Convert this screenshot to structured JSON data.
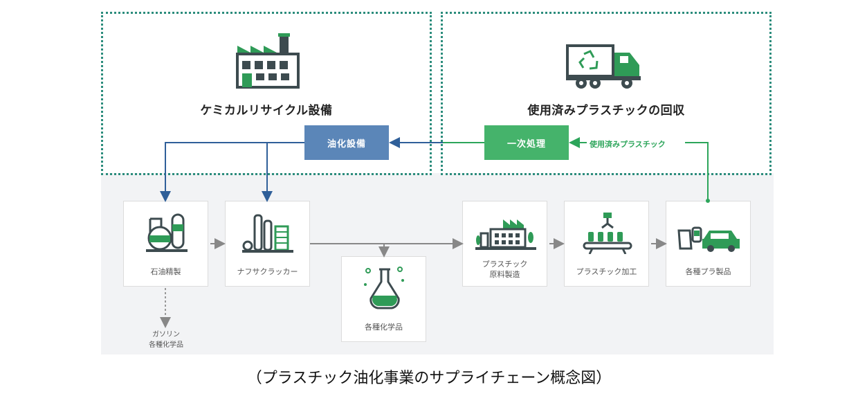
{
  "sections": {
    "chemical_recycling": "ケミカルリサイクル設備",
    "collection": "使用済みプラスチックの回収"
  },
  "process": {
    "oil_conversion": "油化設備",
    "primary_treatment": "一次処理",
    "used_plastic": "使用済みプラスチック"
  },
  "nodes": {
    "refining": "石油精製",
    "naphtha_cracker": "ナフサクラッカー",
    "chemicals": "各種化学品",
    "raw_material_line1": "プラスチック",
    "raw_material_line2": "原料製造",
    "processing": "プラスチック加工",
    "products": "各種プラ製品"
  },
  "outputs": {
    "line1": "ガソリン",
    "line2": "各種化学品"
  },
  "caption": "（プラスチック油化事業のサプライチェーン概念図）",
  "colors": {
    "blue": "#5b86b8",
    "green": "#45b36b",
    "dark_blue_arrow": "#2f5f99",
    "icon_dark": "#3d4b4f",
    "icon_green": "#2f9b57"
  }
}
